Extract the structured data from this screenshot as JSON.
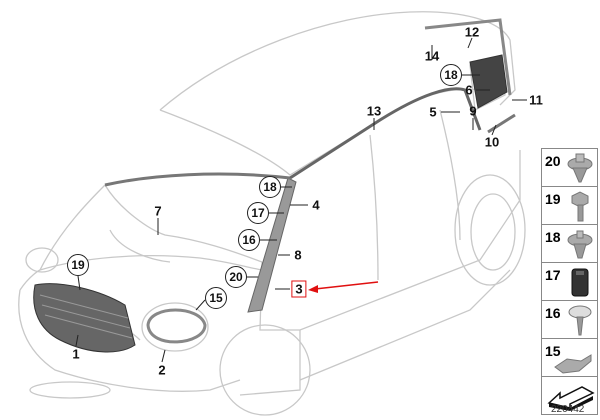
{
  "diagram": {
    "labels": {
      "l12": "12",
      "l14": "14",
      "l18a": "18",
      "l6": "6",
      "l11": "11",
      "l5": "5",
      "l9": "9",
      "l13": "13",
      "l10": "10",
      "l18b": "18",
      "l4": "4",
      "l17": "17",
      "l16": "16",
      "l8": "8",
      "l20": "20",
      "l3": "3",
      "l7": "7",
      "l19": "19",
      "l15": "15",
      "l1": "1",
      "l2": "2"
    },
    "highlight_color": "#e01010",
    "parts_panel": [
      "20",
      "19",
      "18",
      "17",
      "16",
      "15"
    ],
    "caption": "220442"
  }
}
